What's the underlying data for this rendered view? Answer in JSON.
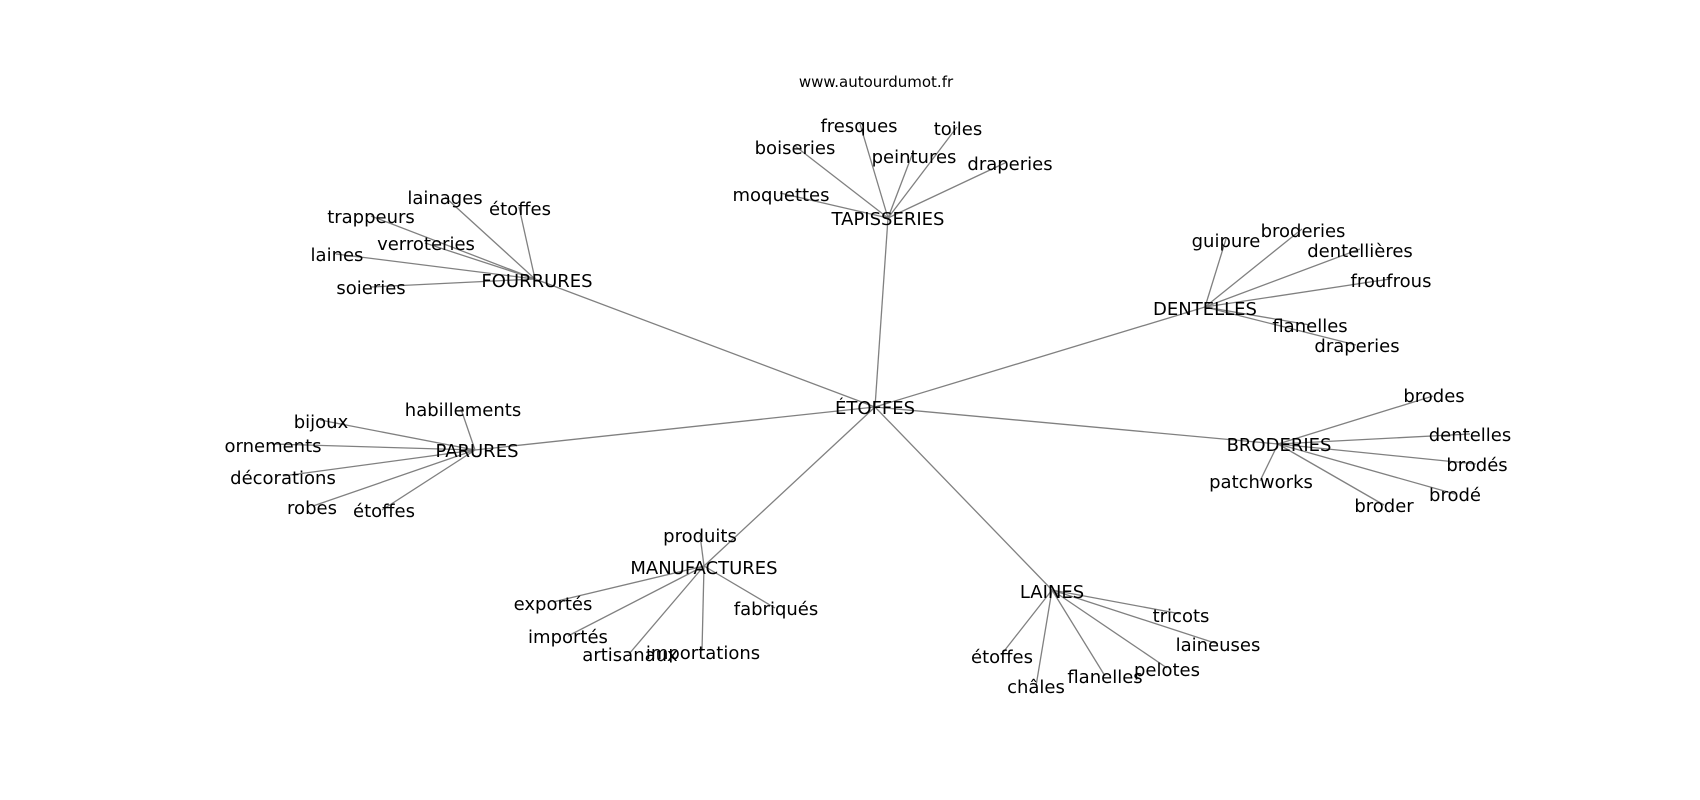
{
  "source": "www.autourdumot.fr",
  "center": "ÉTOFFES",
  "groups": [
    {
      "id": "tapisseries",
      "label": "TAPISSERIES",
      "children": [
        "fresques",
        "toiles",
        "boiseries",
        "peintures",
        "draperies",
        "moquettes"
      ]
    },
    {
      "id": "fourrures",
      "label": "FOURRURES",
      "children": [
        "lainages",
        "étoffes",
        "trappeurs",
        "verroteries",
        "laines",
        "soieries"
      ]
    },
    {
      "id": "dentelles",
      "label": "DENTELLES",
      "children": [
        "guipure",
        "broderies",
        "dentellières",
        "froufrous",
        "flanelles",
        "draperies"
      ]
    },
    {
      "id": "parures",
      "label": "PARURES",
      "children": [
        "bijoux",
        "habillements",
        "ornements",
        "décorations",
        "robes",
        "étoffes"
      ]
    },
    {
      "id": "broderies",
      "label": "BRODERIES",
      "children": [
        "brodes",
        "dentelles",
        "brodés",
        "patchworks",
        "brodé",
        "broder"
      ]
    },
    {
      "id": "manufactures",
      "label": "MANUFACTURES",
      "children": [
        "produits",
        "exportés",
        "fabriqués",
        "importés",
        "artisanaux",
        "importations"
      ]
    },
    {
      "id": "laines",
      "label": "LAINES",
      "children": [
        "tricots",
        "laineuses",
        "étoffes",
        "pelotes",
        "flanelles",
        "châles"
      ]
    }
  ]
}
